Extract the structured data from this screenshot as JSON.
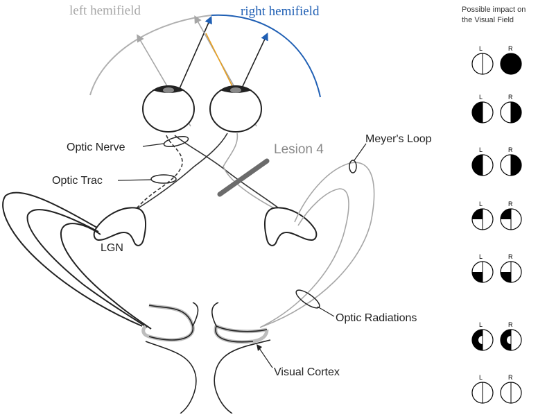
{
  "hemifields": {
    "left": "left hemifield",
    "right": "right hemifield"
  },
  "labels": {
    "optic_nerve": "Optic Nerve",
    "optic_trac": "Optic Trac",
    "lgn": "LGN",
    "lesion": "Lesion 4",
    "meyers_loop": "Meyer's Loop",
    "optic_radiations": "Optic Radiations",
    "visual_cortex": "Visual Cortex"
  },
  "panel": {
    "title_line1": "Possible impact on",
    "title_line2": "the Visual Field",
    "left_letter": "L",
    "right_letter": "R"
  },
  "colors": {
    "left_hemifield": "#a6a6a6",
    "right_hemifield": "#1f5fb4",
    "crossing_fiber": "#e8a020",
    "lesion": "#6b6b6b",
    "pathway": "#2b2b2b"
  }
}
